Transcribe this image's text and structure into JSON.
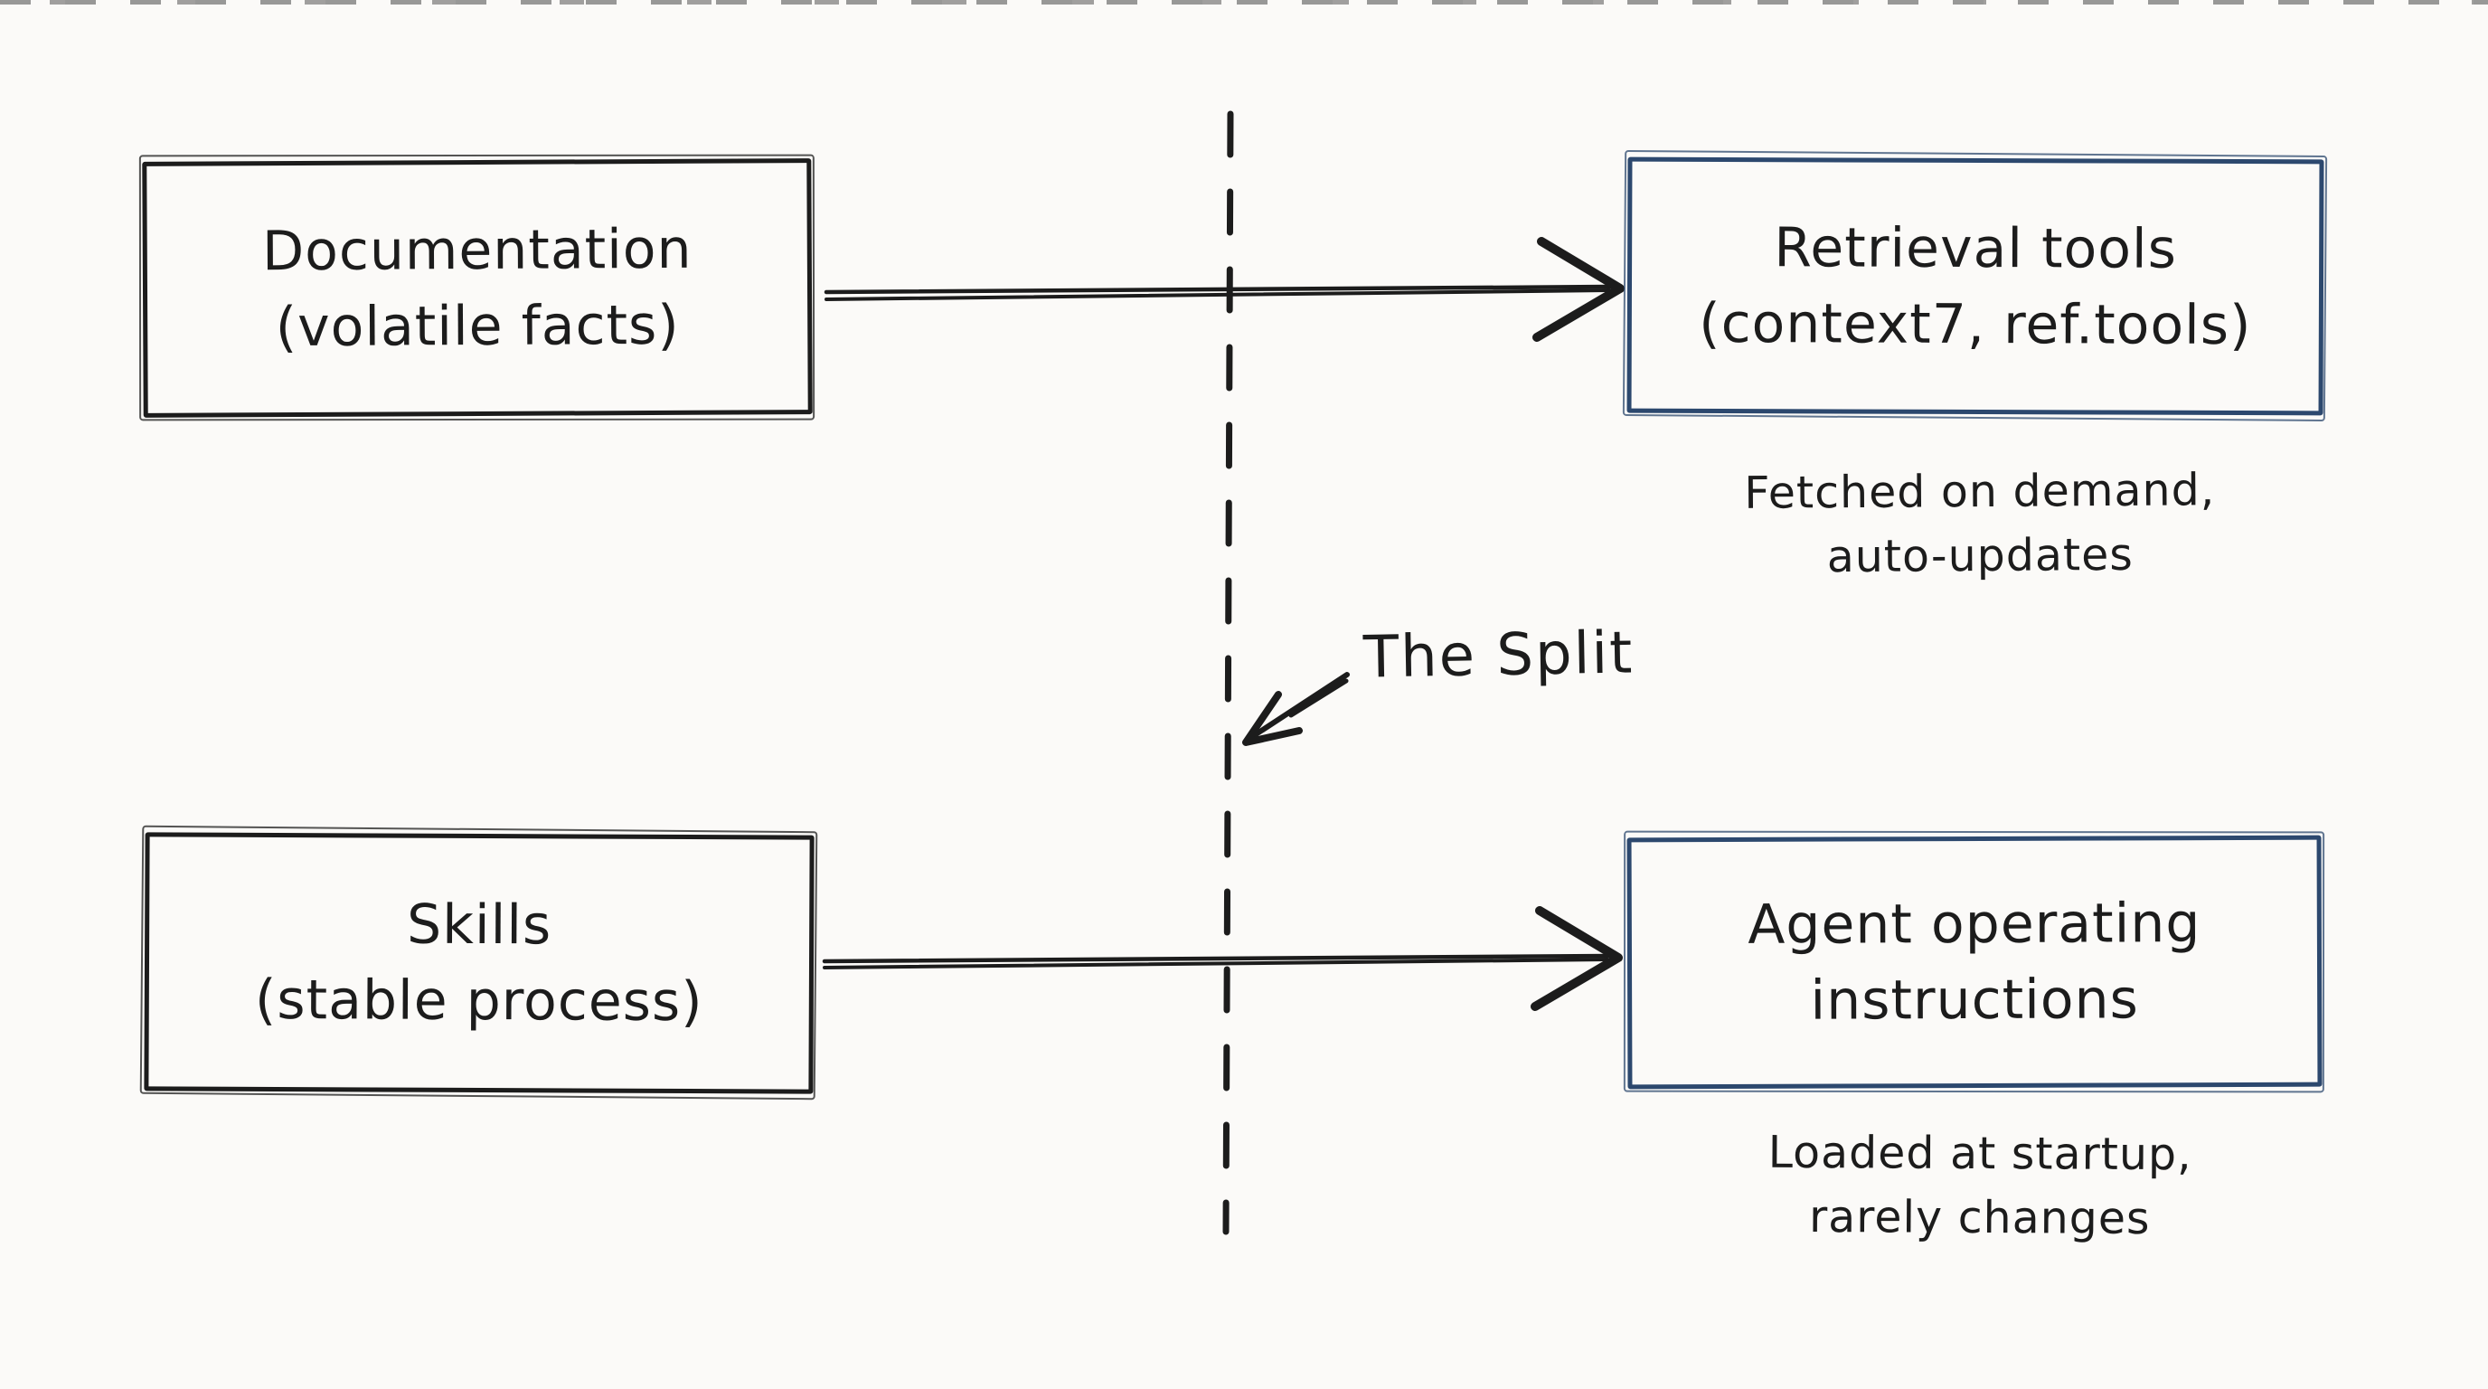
{
  "canvas": {
    "background": "#fbfaf8",
    "ink": "#1c1c1c",
    "accent_navy": "#2c486e"
  },
  "split": {
    "label": "The Split"
  },
  "boxes": {
    "documentation": {
      "line1": "Documentation",
      "line2": "(volatile facts)"
    },
    "retrieval": {
      "line1": "Retrieval tools",
      "line2": "(context7, ref.tools)"
    },
    "skills": {
      "line1": "Skills",
      "line2": "(stable process)"
    },
    "agent": {
      "line1": "Agent operating",
      "line2": "instructions"
    }
  },
  "captions": {
    "retrieval": {
      "line1": "Fetched on demand,",
      "line2": "auto-updates"
    },
    "agent": {
      "line1": "Loaded at startup,",
      "line2": "rarely changes"
    }
  }
}
